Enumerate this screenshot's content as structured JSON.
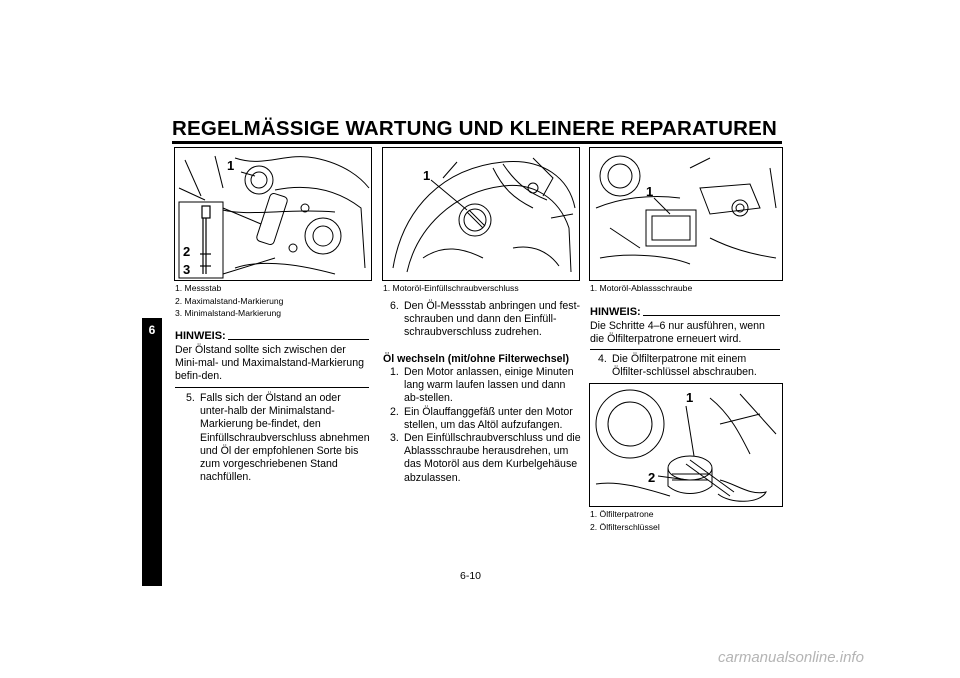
{
  "header": {
    "title": "REGELMÄSSIGE WARTUNG UND KLEINERE REPARATUREN"
  },
  "chapter_tab": "6",
  "page_number": "6-10",
  "col1": {
    "figure_callouts": [
      "1",
      "2",
      "3"
    ],
    "captions": [
      "1.  Messstab",
      "2.  Maximalstand-Markierung",
      "3.  Minimalstand-Markierung"
    ],
    "note_heading": "HINWEIS:",
    "note_text": "Der Ölstand sollte sich zwischen der Mini-mal- und Maximalstand-Markierung befin-den.",
    "step5_num": "5.",
    "step5_text": "Falls sich der Ölstand an oder unter-halb der Minimalstand-Markierung be-findet, den Einfüllschraubverschluss abnehmen und Öl der empfohlenen Sorte bis zum vorgeschriebenen Stand nachfüllen."
  },
  "col2": {
    "figure_callouts": [
      "1"
    ],
    "caption": "1.  Motoröl-Einfüllschraubverschluss",
    "step6_num": "6.",
    "step6_text": "Den Öl-Messstab anbringen und fest-schrauben und dann den Einfüll-schraubverschluss zudrehen.",
    "section_heading": "Öl wechseln (mit/ohne Filterwechsel)",
    "steps": [
      {
        "num": "1.",
        "text": "Den Motor anlassen, einige Minuten lang warm laufen lassen und dann ab-stellen."
      },
      {
        "num": "2.",
        "text": "Ein Ölauffanggefäß unter den Motor stellen, um das Altöl aufzufangen."
      },
      {
        "num": "3.",
        "text": "Den Einfüllschraubverschluss und die Ablassschraube herausdrehen, um das Motoröl aus dem Kurbelgehäuse abzulassen."
      }
    ]
  },
  "col3": {
    "figure1_callouts": [
      "1"
    ],
    "caption1": "1.  Motoröl-Ablassschraube",
    "note_heading": "HINWEIS:",
    "note_text": "Die Schritte 4–6 nur ausführen, wenn die Ölfilterpatrone erneuert wird.",
    "step4_num": "4.",
    "step4_text": "Die Ölfilterpatrone mit einem Ölfilter-schlüssel abschrauben.",
    "figure2_callouts": [
      "1",
      "2"
    ],
    "captions2": [
      "1.  Ölfilterpatrone",
      "2.  Ölfilterschlüssel"
    ]
  },
  "watermark": "carmanualsonline.info"
}
